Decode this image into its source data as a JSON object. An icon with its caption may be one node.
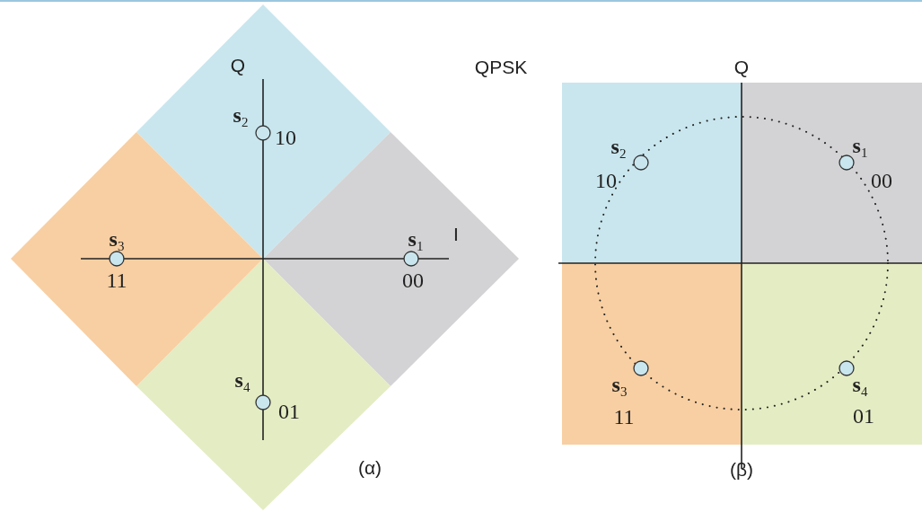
{
  "diagram": {
    "title": "QPSK",
    "labels": [
      "Q",
      "**s**$_{2}$",
      "10",
      "**s**$_{3}$",
      "**s**$_{1}$",
      "I",
      "11",
      "00",
      "**s**$_{4}$",
      "01",
      "(α)",
      "Q",
      "**s**$_{2}$",
      "**s**$_{1}$",
      "10",
      "00",
      "**s**$_{3}$",
      "**s**$_{4}$",
      "11",
      "01",
      "(β)"
    ]
  }
}
